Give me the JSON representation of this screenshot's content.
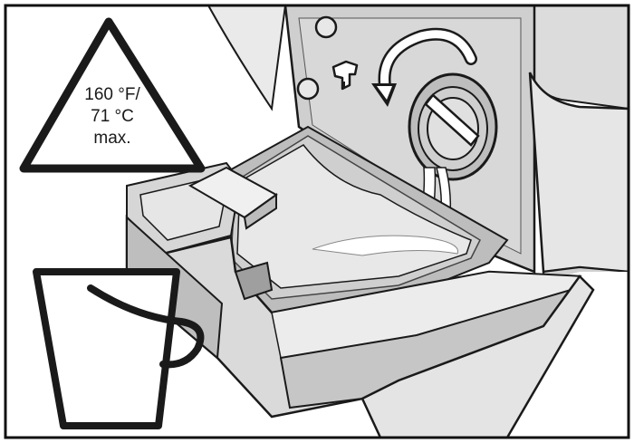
{
  "warning": {
    "line1": "160 °F/",
    "line2": "71 °C",
    "line3": "max."
  },
  "colors": {
    "frame": "#111111",
    "machine_light": "#e3e3e3",
    "machine_mid": "#cfcfcf",
    "machine_dark": "#a9a9a9",
    "shadow": "#777777",
    "water": "#f2f2f2",
    "line": "#1a1a1a"
  },
  "icons": [
    "warning-triangle-icon",
    "bucket-icon",
    "rotate-arrow-icon",
    "drain-plug-icon",
    "faucet-symbol-icon"
  ]
}
